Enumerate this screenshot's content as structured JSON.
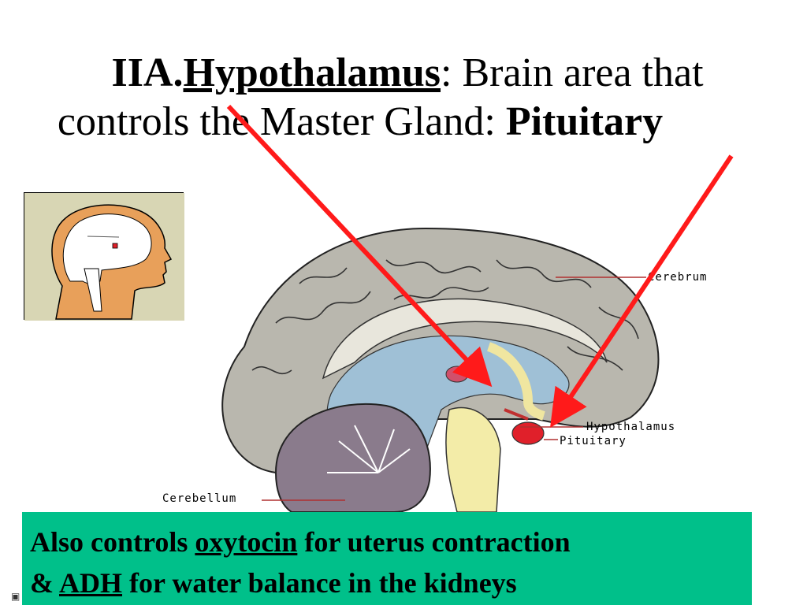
{
  "title": {
    "prefix": "IIA.",
    "term": "Hypothalamus",
    "rest_line1": ": Brain area that",
    "line2_text": "controls the Master Gland: ",
    "line2_bold": "Pituitary"
  },
  "diagram": {
    "labels": {
      "cerebrum": "Cerebrum",
      "hypothalamus": "Hypothalamus",
      "pituitary": "Pituitary",
      "cerebellum": "Cerebellum"
    }
  },
  "note": {
    "l1_a": "Also controls ",
    "l1_term": "oxytocin",
    "l1_b": " for uterus contraction",
    "l2_a": " & ",
    "l2_term": "ADH",
    "l2_b": " for water balance in the kidneys"
  },
  "colors": {
    "arrow": "#ff1a1a",
    "note_bg": "#00c08a",
    "brain_gray": "#b9b7ae",
    "ventricle_blue": "#9fc0d6",
    "cerebellum_purple": "#8a7b8c",
    "pituitary_red": "#e0202a"
  }
}
